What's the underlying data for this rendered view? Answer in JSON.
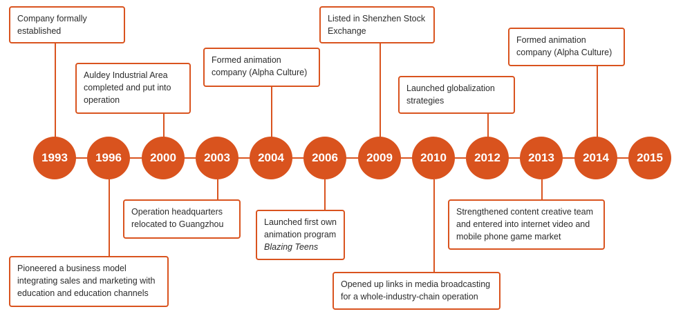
{
  "colors": {
    "accent": "#d9531e",
    "box_border": "#d9531e",
    "year_text": "#ffffff"
  },
  "timeline": [
    {
      "year": "1993",
      "event": [
        "Company formally",
        "established"
      ]
    },
    {
      "year": "1996",
      "event": [
        "Pioneered a business model",
        "integrating sales and marketing with",
        "education and education channels"
      ]
    },
    {
      "year": "2000",
      "event": [
        "Auldey Industrial Area",
        "completed and put into",
        "operation"
      ]
    },
    {
      "year": "2003",
      "event": [
        "Operation headquarters",
        "relocated to Guangzhou"
      ]
    },
    {
      "year": "2004",
      "event": [
        "Formed animation",
        "company (Alpha Culture)"
      ]
    },
    {
      "year": "2006",
      "event": [
        "Launched first own",
        "animation program"
      ],
      "event_italic": "Blazing Teens"
    },
    {
      "year": "2009",
      "event": [
        "Listed in Shenzhen Stock",
        "Exchange"
      ]
    },
    {
      "year": "2010",
      "event": [
        "Opened up links in media broadcasting",
        "for a whole-industry-chain operation"
      ]
    },
    {
      "year": "2012",
      "event": [
        "Launched globalization",
        "strategies"
      ]
    },
    {
      "year": "2013",
      "event": [
        "Strengthened content creative team",
        "and entered into internet video and",
        "mobile phone game market"
      ]
    },
    {
      "year": "2014",
      "event": [
        "Formed animation",
        "company (Alpha Culture)"
      ]
    },
    {
      "year": "2015"
    }
  ]
}
